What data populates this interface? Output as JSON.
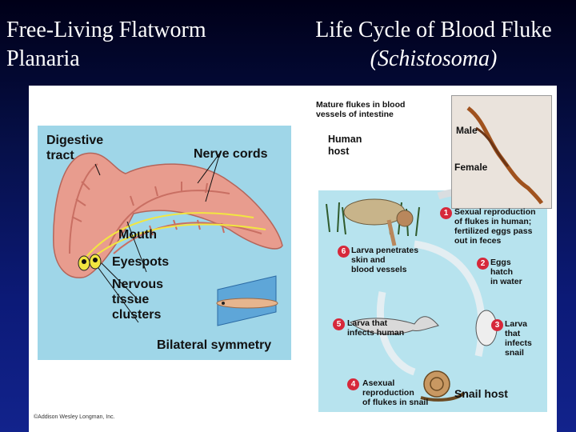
{
  "titles": {
    "left_line1": "Free-Living Flatworm",
    "left_line2": "Planaria",
    "right_line1": "Life Cycle of Blood Fluke",
    "right_line2": "(Schistosoma)"
  },
  "planaria": {
    "labels": {
      "digestive_1": "Digestive",
      "digestive_2": "tract",
      "nerve_cords": "Nerve cords",
      "mouth": "Mouth",
      "eyespots": "Eyespots",
      "nervous_1": "Nervous",
      "nervous_2": "tissue",
      "nervous_3": "clusters",
      "bilateral": "Bilateral symmetry"
    },
    "colors": {
      "panel": "#9fd6e8",
      "body": "#e79a8c",
      "nerve": "#f2e640"
    }
  },
  "fluke": {
    "mature_1": "Mature flukes in blood",
    "mature_2": "vessels of intestine",
    "human_1": "Human",
    "human_2": "host",
    "male": "Male",
    "female": "Female",
    "steps": [
      {
        "num": "1",
        "lines": [
          "Sexual reproduction",
          "of flukes in human;",
          "fertilized eggs pass",
          "out in feces"
        ]
      },
      {
        "num": "2",
        "lines": [
          "Eggs",
          "hatch",
          "in water"
        ]
      },
      {
        "num": "3",
        "lines": [
          "Larva",
          "that",
          "infects",
          "snail"
        ]
      },
      {
        "num": "4",
        "lines": [
          "Asexual",
          "reproduction",
          "of flukes in snail"
        ]
      },
      {
        "num": "5",
        "lines": [
          "Larva that",
          "infects human"
        ]
      },
      {
        "num": "6",
        "lines": [
          "Larva penetrates",
          "skin and",
          "blood vessels"
        ]
      }
    ],
    "snail_host": "Snail host",
    "colors": {
      "water": "#b7e3ee",
      "accent": "#d6283a"
    }
  },
  "copyright": "©Addison Wesley Longman, Inc."
}
